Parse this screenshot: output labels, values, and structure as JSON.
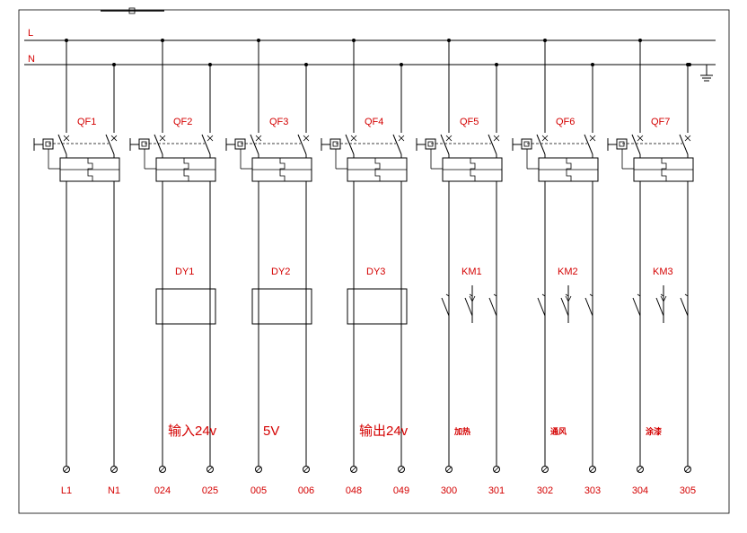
{
  "bus": {
    "line": "L",
    "neutral": "N"
  },
  "breakers": [
    "QF1",
    "QF2",
    "QF3",
    "QF4",
    "QF5",
    "QF6",
    "QF7"
  ],
  "loads": [
    {
      "type": "none"
    },
    {
      "type": "box",
      "label": "DY1",
      "desc": "输入24v"
    },
    {
      "type": "box",
      "label": "DY2",
      "desc": "5V"
    },
    {
      "type": "box",
      "label": "DY3",
      "desc": "输出24v"
    },
    {
      "type": "contactor",
      "label": "KM1",
      "desc": "加热"
    },
    {
      "type": "contactor",
      "label": "KM2",
      "desc": "通风"
    },
    {
      "type": "contactor",
      "label": "KM3",
      "desc": "涂漆"
    }
  ],
  "terminals": [
    "L1",
    "N1",
    "024",
    "025",
    "005",
    "006",
    "048",
    "049",
    "300",
    "301",
    "302",
    "303",
    "304",
    "305"
  ]
}
